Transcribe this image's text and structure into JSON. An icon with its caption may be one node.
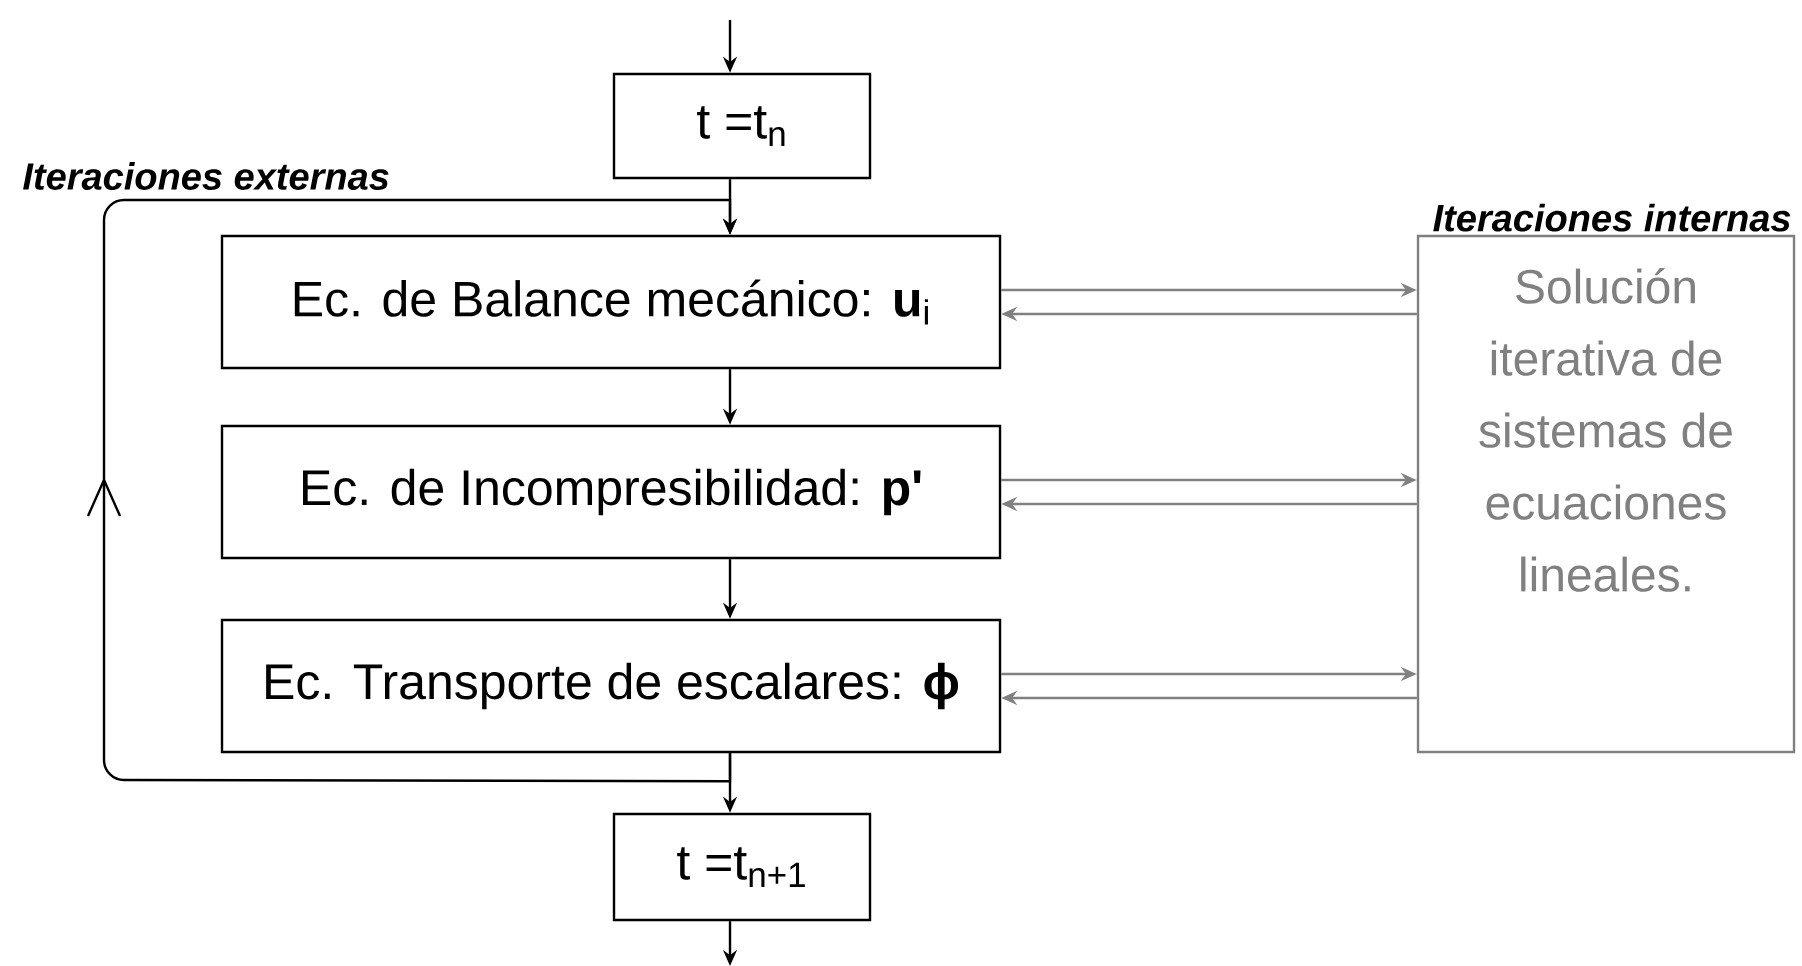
{
  "diagram": {
    "nodes": [
      {
        "text": [
          "t =t$_{n}$"
        ]
      },
      {
        "text": [
          "Ec. de Balance mecánico: **u**$_{i}$"
        ]
      },
      {
        "text": [
          "Ec.  de Incompresibilidad: **p'**"
        ]
      },
      {
        "text": [
          "Ec. Transporte de escalares: **ϕ**"
        ]
      },
      {
        "text": [
          "t =t$_{n+1}$"
        ]
      },
      {
        "text": [
          "Iteraciones internas",
          "Solución iterativa de sistemas de ecuaciones lineales."
        ]
      }
    ],
    "edges": [
      {
        "from": null,
        "to": 0,
        "arrow": "to"
      },
      {
        "from": 0,
        "to": 1,
        "arrow": "to"
      },
      {
        "from": 1,
        "to": 2,
        "arrow": "to"
      },
      {
        "from": 2,
        "to": 3,
        "arrow": "to"
      },
      {
        "from": 3,
        "to": 4,
        "arrow": "to"
      },
      {
        "from": 4,
        "to": null,
        "arrow": "to"
      },
      {
        "from": 3,
        "to": 1,
        "arrow": "to",
        "label": "Iteraciones externas"
      },
      {
        "from": 1,
        "to": 5,
        "arrow": "to",
        "color": "#808080"
      },
      {
        "from": 5,
        "to": 1,
        "arrow": "to",
        "color": "#808080"
      },
      {
        "from": 2,
        "to": 5,
        "arrow": "to",
        "color": "#808080"
      },
      {
        "from": 5,
        "to": 2,
        "arrow": "to",
        "color": "#808080"
      },
      {
        "from": 3,
        "to": 5,
        "arrow": "to",
        "color": "#808080"
      },
      {
        "from": 5,
        "to": 3,
        "arrow": "to",
        "color": "#808080"
      }
    ]
  }
}
